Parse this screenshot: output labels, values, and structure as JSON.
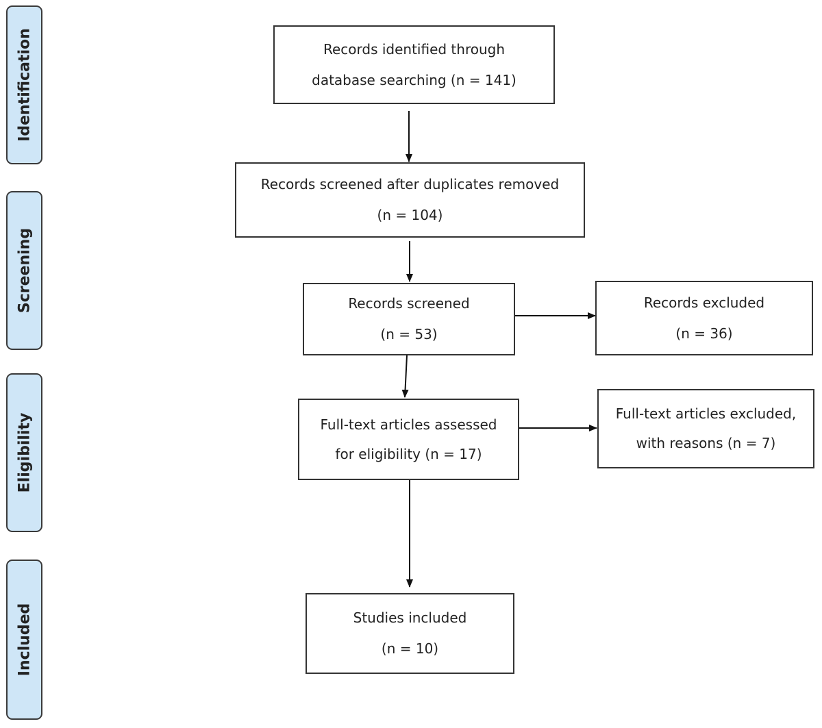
{
  "phases": {
    "identification": "Identification",
    "screening": "Screening",
    "eligibility": "Eligibility",
    "included": "Included"
  },
  "boxes": {
    "identified": {
      "line1": "Records identified through",
      "line2": "database searching (n = 141)"
    },
    "after_duplicates": {
      "line1": "Records screened after duplicates removed",
      "line2": "(n = 104)"
    },
    "screened": {
      "line1": "Records screened",
      "line2": "(n = 53)"
    },
    "excluded": {
      "line1": "Records excluded",
      "line2": "(n = 36)"
    },
    "fulltext_assessed": {
      "line1": "Full-text articles assessed",
      "line2": "for eligibility (n = 17)"
    },
    "fulltext_excluded": {
      "line1": "Full-text articles excluded,",
      "line2": "with reasons (n = 7)"
    },
    "included": {
      "line1": "Studies included",
      "line2": "(n = 10)"
    }
  }
}
